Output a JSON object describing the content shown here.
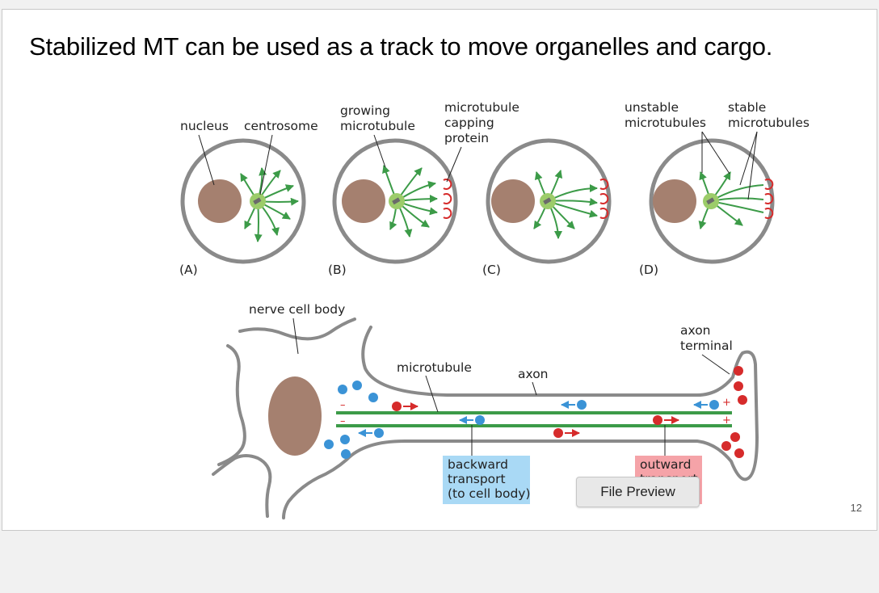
{
  "slide": {
    "title": "Stabilized MT can be used as a track to move organelles and cargo.",
    "page_number": "12"
  },
  "figure": {
    "labels": {
      "nucleus": "nucleus",
      "centrosome": "centrosome",
      "growing_1": "growing",
      "growing_2": "microtubule",
      "capping_1": "microtubule",
      "capping_2": "capping",
      "capping_3": "protein",
      "unstable_1": "unstable",
      "unstable_2": "microtubules",
      "stable_1": "stable",
      "stable_2": "microtubules",
      "panel_a": "(A)",
      "panel_b": "(B)",
      "panel_c": "(C)",
      "panel_d": "(D)",
      "nerve_cell_body": "nerve cell body",
      "axon_terminal_1": "axon",
      "axon_terminal_2": "terminal",
      "microtubule": "microtubule",
      "axon": "axon",
      "minus": "–",
      "plus": "+",
      "backward_1": "backward",
      "backward_2": "transport",
      "backward_3": "(to cell body)",
      "outward_1": "outward",
      "outward_2": "transport"
    },
    "colors": {
      "cell_outline": "#8a8a8a",
      "nucleus": "#a5806f",
      "centrosome": "#9ccc6a",
      "microtubule": "#3c9b48",
      "capping": "#d62b2b",
      "cargo_backward": "#3b93d6",
      "cargo_outward": "#d62b2b",
      "backward_box": "#a9d9f5",
      "outward_box": "#f5a3a8"
    }
  },
  "overlay": {
    "file_preview_label": "File Preview"
  }
}
